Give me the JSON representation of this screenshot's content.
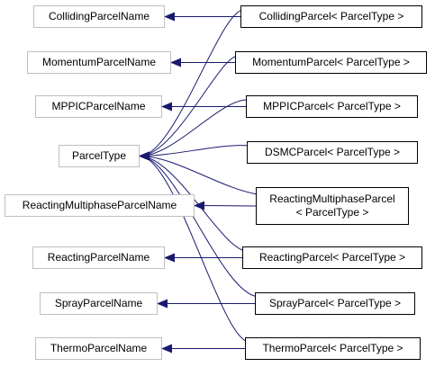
{
  "colors": {
    "edge": "#191970",
    "base_border": "#bfbfbf",
    "derived_border": "#000000",
    "text": "#000000",
    "background": "#ffffff"
  },
  "nodes": {
    "colliding_parcel_name": "CollidingParcelName",
    "momentum_parcel_name": "MomentumParcelName",
    "mppic_parcel_name": "MPPICParcelName",
    "parcel_type": "ParcelType",
    "reacting_multiphase_parcel_name": "ReactingMultiphaseParcelName",
    "reacting_parcel_name": "ReactingParcelName",
    "spray_parcel_name": "SprayParcelName",
    "thermo_parcel_name": "ThermoParcelName",
    "colliding_parcel": "CollidingParcel< ParcelType >",
    "momentum_parcel": "MomentumParcel< ParcelType >",
    "mppic_parcel": "MPPICParcel< ParcelType >",
    "dsmc_parcel": "DSMCParcel< ParcelType >",
    "reacting_multiphase_parcel_line1": "ReactingMultiphaseParcel",
    "reacting_multiphase_parcel_line2": "< ParcelType >",
    "reacting_parcel": "ReactingParcel< ParcelType >",
    "spray_parcel": "SprayParcel< ParcelType >",
    "thermo_parcel": "ThermoParcel< ParcelType >"
  },
  "edges": [
    {
      "from": "colliding_parcel",
      "to": "colliding_parcel_name"
    },
    {
      "from": "momentum_parcel",
      "to": "momentum_parcel_name"
    },
    {
      "from": "mppic_parcel",
      "to": "mppic_parcel_name"
    },
    {
      "from": "reacting_multiphase_parcel",
      "to": "reacting_multiphase_parcel_name"
    },
    {
      "from": "reacting_parcel",
      "to": "reacting_parcel_name"
    },
    {
      "from": "spray_parcel",
      "to": "spray_parcel_name"
    },
    {
      "from": "thermo_parcel",
      "to": "thermo_parcel_name"
    },
    {
      "from": "colliding_parcel",
      "to": "parcel_type"
    },
    {
      "from": "momentum_parcel",
      "to": "parcel_type"
    },
    {
      "from": "mppic_parcel",
      "to": "parcel_type"
    },
    {
      "from": "dsmc_parcel",
      "to": "parcel_type"
    },
    {
      "from": "reacting_multiphase_parcel",
      "to": "parcel_type"
    },
    {
      "from": "reacting_parcel",
      "to": "parcel_type"
    },
    {
      "from": "spray_parcel",
      "to": "parcel_type"
    },
    {
      "from": "thermo_parcel",
      "to": "parcel_type"
    }
  ]
}
